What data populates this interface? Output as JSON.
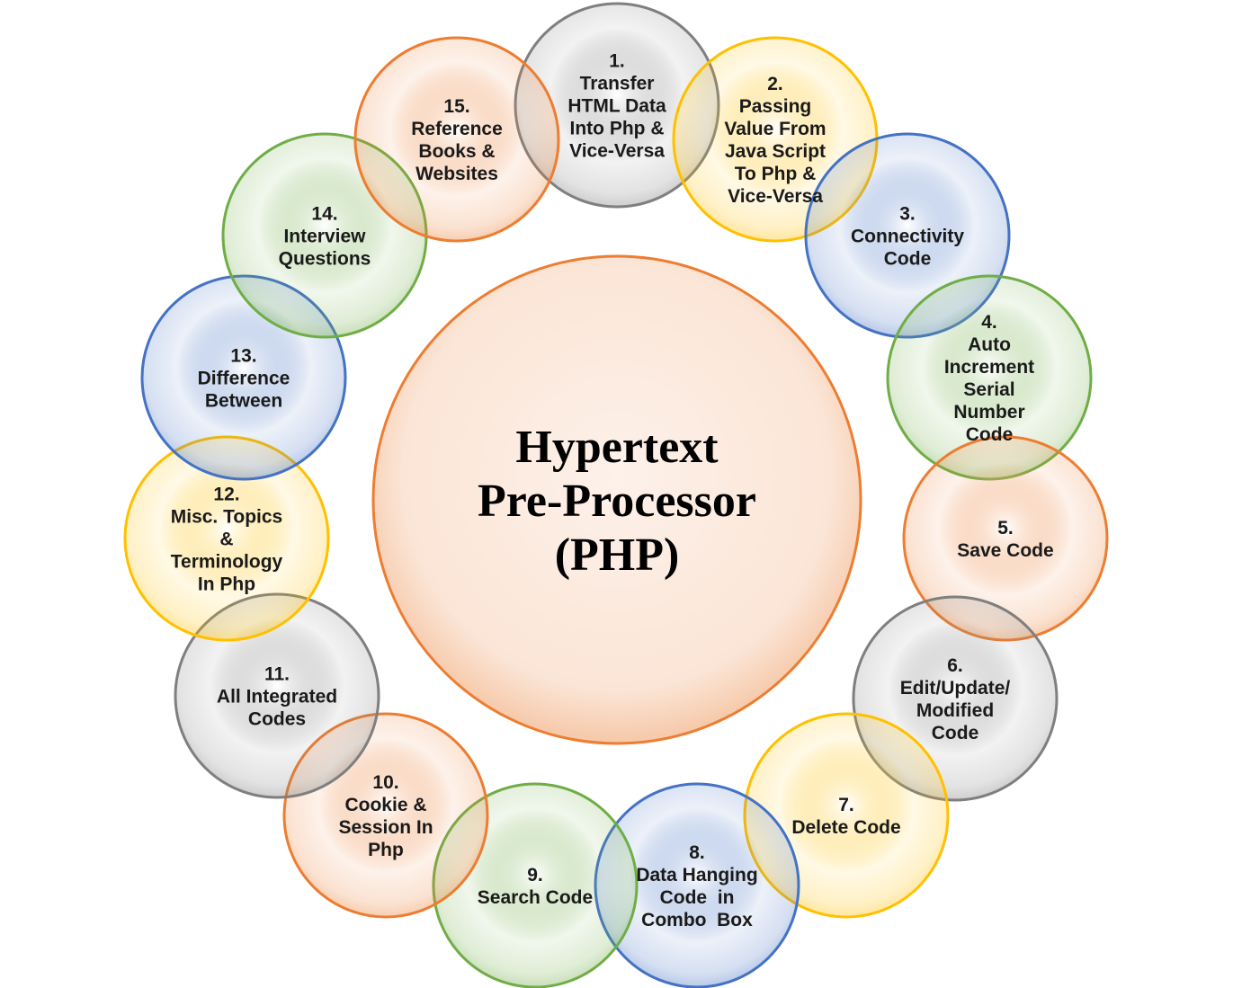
{
  "center": {
    "title_lines": [
      "Hypertext",
      "Pre-Processor",
      "(PHP)"
    ]
  },
  "colors": {
    "orange": "#ED7D31",
    "gray": "#7F7F7F",
    "yellow": "#FFC000",
    "blue": "#4472C4",
    "green": "#70AD47",
    "center_fill": "#FBE5D6",
    "center_stroke": "#ED7D31"
  },
  "topics": [
    {
      "number": "1.",
      "lines": [
        "Transfer",
        "HTML Data",
        "Into Php &",
        "Vice-Versa"
      ],
      "color": "gray"
    },
    {
      "number": "2.",
      "lines": [
        "Passing",
        "Value From",
        "Java Script",
        "To Php &",
        "Vice-Versa"
      ],
      "color": "yellow"
    },
    {
      "number": "3.",
      "lines": [
        "Connectivity",
        "Code"
      ],
      "color": "blue"
    },
    {
      "number": "4.",
      "lines": [
        "Auto",
        "Increment",
        "Serial",
        "Number",
        "Code"
      ],
      "color": "green"
    },
    {
      "number": "5.",
      "lines": [
        "Save Code"
      ],
      "color": "orange"
    },
    {
      "number": "6.",
      "lines": [
        "Edit/Update/",
        "Modified",
        "Code"
      ],
      "color": "gray"
    },
    {
      "number": "7.",
      "lines": [
        "Delete Code"
      ],
      "color": "yellow"
    },
    {
      "number": "8.",
      "lines": [
        "Data Hanging",
        "Code  in",
        "Combo  Box"
      ],
      "color": "blue"
    },
    {
      "number": "9.",
      "lines": [
        "Search Code"
      ],
      "color": "green"
    },
    {
      "number": "10.",
      "lines": [
        "Cookie &",
        "Session In",
        "Php"
      ],
      "color": "orange"
    },
    {
      "number": "11.",
      "lines": [
        "All Integrated",
        "Codes"
      ],
      "color": "gray"
    },
    {
      "number": "12.",
      "lines": [
        "Misc. Topics",
        "&",
        "Terminology",
        "In Php"
      ],
      "color": "yellow"
    },
    {
      "number": "13.",
      "lines": [
        "Difference",
        "Between"
      ],
      "color": "blue"
    },
    {
      "number": "14.",
      "lines": [
        "Interview",
        "Questions"
      ],
      "color": "green"
    },
    {
      "number": "15.",
      "lines": [
        "Reference",
        "Books &",
        "Websites"
      ],
      "color": "orange"
    }
  ]
}
